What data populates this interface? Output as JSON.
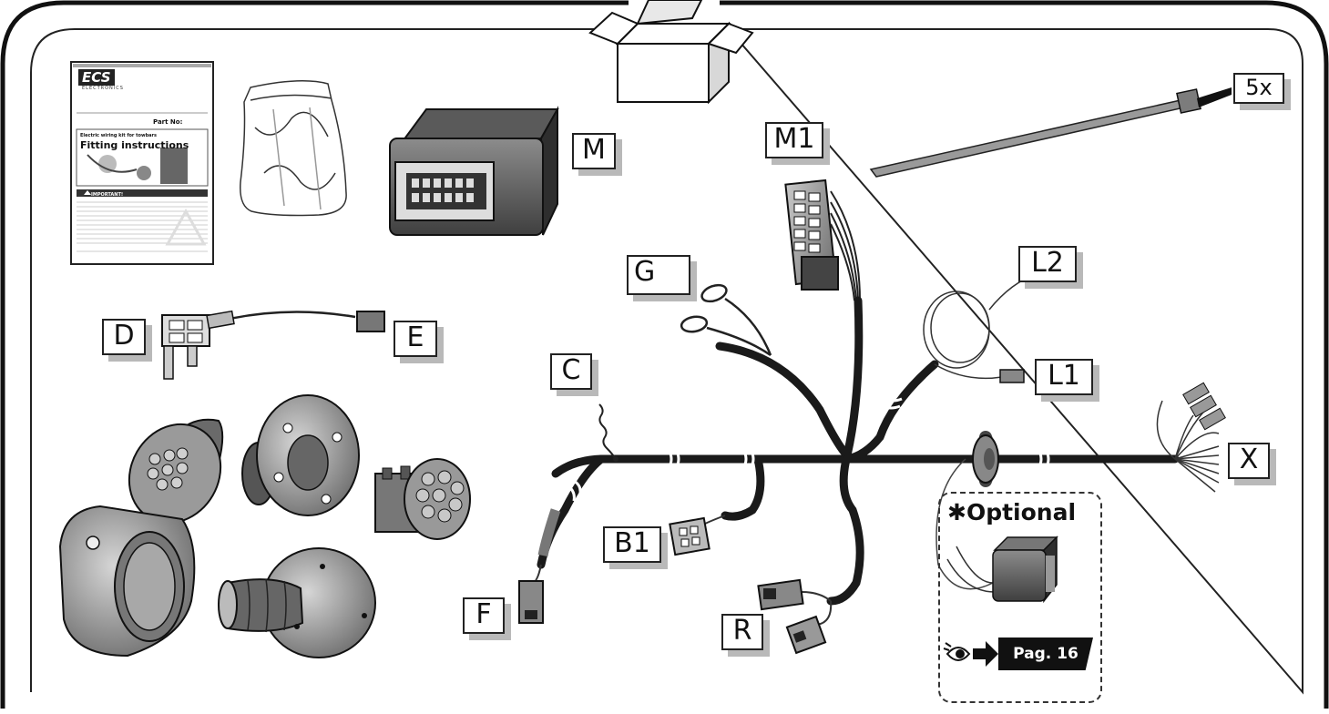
{
  "labels": {
    "M": "M",
    "M1": "M1",
    "five_x": "5x",
    "G": "G",
    "L2": "L2",
    "D": "D",
    "E": "E",
    "C": "C",
    "L1": "L1",
    "X": "X",
    "B1": "B1",
    "F": "F",
    "R": "R"
  },
  "optional": {
    "title": "✱Optional",
    "page_ref": "Pag. 16"
  },
  "manual": {
    "logo": "ECS",
    "logo_sub": "ELECTRONICS",
    "part_label": "Part No:",
    "title_small": "Electric wiring kit for towbars",
    "title": "Fitting instructions",
    "important": "IMPORTANT!"
  },
  "colors": {
    "line": "#222222",
    "shadow": "#b9b9b9",
    "part_gray": "#8a8a8a"
  }
}
